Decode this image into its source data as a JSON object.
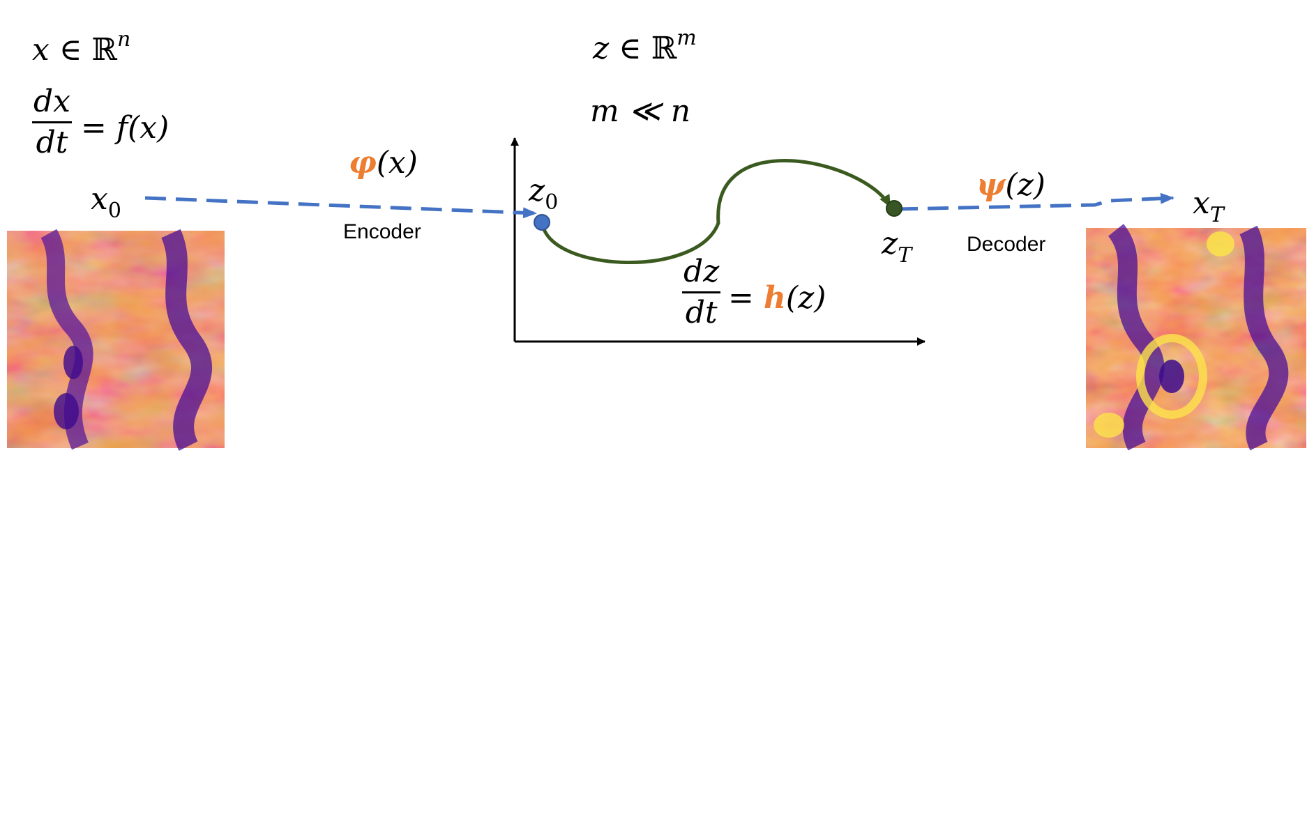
{
  "full_space": {
    "membership_var": "x",
    "membership_dim": "n",
    "ode_num": "dx",
    "ode_den": "dt",
    "ode_rhs": "f(x)",
    "initial_label": "x",
    "initial_sub": "0",
    "final_label": "x",
    "final_sub": "T"
  },
  "latent_space": {
    "membership_var": "z",
    "membership_dim": "m",
    "dim_relation": "m ≪ n",
    "ode_num": "dz",
    "ode_den": "dt",
    "ode_rhs_fn": "h",
    "ode_rhs_arg": "(z)",
    "start_label": "z",
    "start_sub": "0",
    "end_label": "z",
    "end_sub": "T"
  },
  "encoder": {
    "fn": "φ",
    "arg": "(x)",
    "label": "Encoder"
  },
  "decoder": {
    "fn": "ψ",
    "arg": "(z)",
    "label": "Decoder"
  },
  "colors": {
    "orange": "#ed7d31",
    "dashed_blue": "#4472c4",
    "trajectory_green": "#3a5a1f",
    "start_point": "#4472c4",
    "end_point": "#375623"
  },
  "heatmaps": {
    "colormap": "plasma"
  }
}
